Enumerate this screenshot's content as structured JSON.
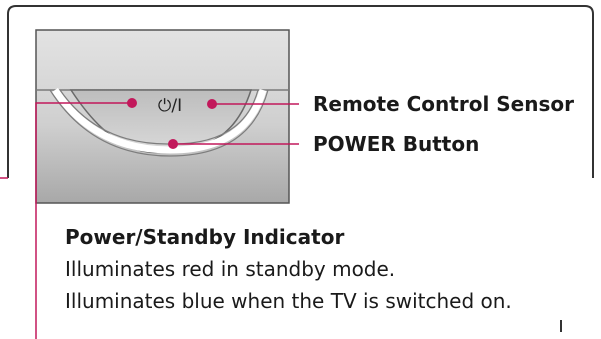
{
  "panel": {
    "power_symbol": "⏻/I"
  },
  "labels": {
    "remote_sensor": "Remote Control Sensor",
    "power_button": "POWER Button",
    "indicator_title": "Power/Standby Indicator",
    "indicator_desc_1": "Illuminates red in standby mode.",
    "indicator_desc_2": "Illuminates blue when the TV is switched on."
  },
  "colors": {
    "leader": "#c2185b",
    "frame": "#333333",
    "panel_top": "#d7d7d7",
    "panel_bottom": "#a9a9a9",
    "dome": "#c9c9c9"
  }
}
